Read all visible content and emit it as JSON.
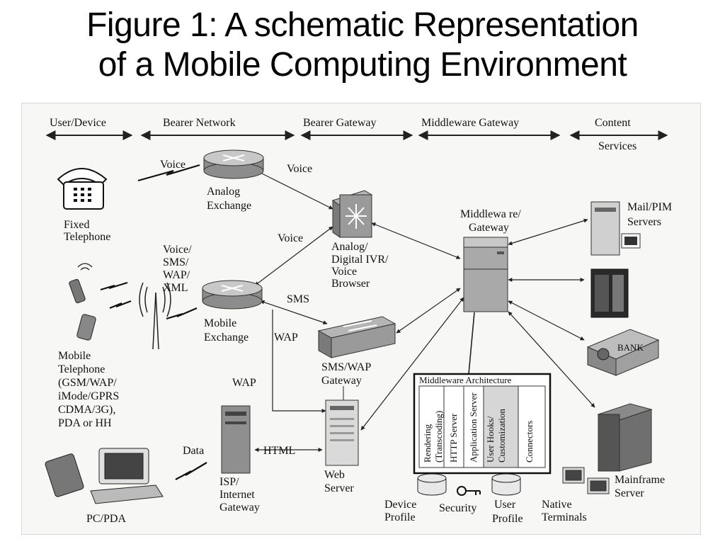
{
  "title": {
    "line1": "Figure 1: A schematic Representation",
    "line2": "of a Mobile Computing Environment"
  },
  "headers": {
    "user_device": "User/Device",
    "bearer_network": "Bearer Network",
    "bearer_gateway": "Bearer Gateway",
    "middleware_gateway": "Middleware Gateway",
    "content": "Content",
    "services": "Services"
  },
  "nodes": {
    "fixed_telephone": [
      "Fixed",
      "Telephone"
    ],
    "analog_exchange": [
      "Analog",
      "Exchange"
    ],
    "analog_ivr": [
      "Analog/",
      "Digital IVR/",
      "Voice",
      "Browser"
    ],
    "middleware_gateway": [
      "Middlewa re/",
      "Gateway"
    ],
    "mail_pim": [
      "Mail/PIM",
      "Servers"
    ],
    "bank": "BANK",
    "mobile_telephone": [
      "Mobile",
      "Telephone",
      "(GSM/WAP/",
      "iMode/GPRS",
      "CDMA/3G),",
      "PDA or HH"
    ],
    "mobile_exchange": [
      "Mobile",
      "Exchange"
    ],
    "sms_wap_gateway": [
      "SMS/WAP",
      "Gateway"
    ],
    "isp_gateway": [
      "ISP/",
      "Internet",
      "Gateway"
    ],
    "web_server": [
      "Web",
      "Server"
    ],
    "pc_pda": "PC/PDA",
    "mainframe_server": [
      "Mainframe",
      "Server"
    ],
    "native_terminals": [
      "Native",
      "Terminals"
    ],
    "device_profile": [
      "Device",
      "Profile"
    ],
    "security": "Security",
    "user_profile": [
      "User",
      "Profile"
    ]
  },
  "links": {
    "voice_1": "Voice",
    "voice_2": "Voice",
    "voice_3": "Voice",
    "voice_sms_wap_xml": [
      "Voice/",
      "SMS/",
      "WAP/",
      "XML"
    ],
    "sms": "SMS",
    "wap_1": "WAP",
    "wap_2": "WAP",
    "data": "Data",
    "html": "HTML"
  },
  "middleware_architecture": {
    "title": "Middleware Architecture",
    "columns": [
      [
        "Rendering",
        "(Transcoding)"
      ],
      [
        "HTTP Server"
      ],
      [
        "Application Server"
      ],
      [
        "User Hooks/",
        "Customization"
      ],
      [
        "Connectors"
      ]
    ]
  }
}
